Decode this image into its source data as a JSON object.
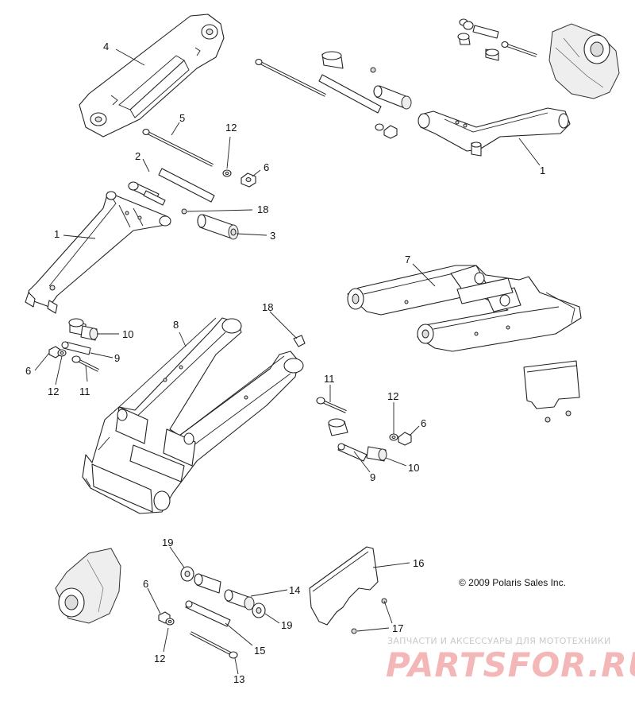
{
  "copyright": "© 2009 Polaris Sales Inc.",
  "watermark": {
    "tagline": "ЗАПЧАСТИ И АКСЕССУАРЫ ДЛЯ МОТОТЕХНИКИ",
    "brand": "PARTSFOR.RU"
  },
  "callouts": [
    {
      "id": "c-4a",
      "label": "4"
    },
    {
      "id": "c-5a",
      "label": "5"
    },
    {
      "id": "c-12a",
      "label": "12"
    },
    {
      "id": "c-6a",
      "label": "6"
    },
    {
      "id": "c-2a",
      "label": "2"
    },
    {
      "id": "c-18a",
      "label": "18"
    },
    {
      "id": "c-3a",
      "label": "3"
    },
    {
      "id": "c-1a",
      "label": "1"
    },
    {
      "id": "c-1b",
      "label": "1"
    },
    {
      "id": "c-7a",
      "label": "7"
    },
    {
      "id": "c-10a",
      "label": "10"
    },
    {
      "id": "c-9a",
      "label": "9"
    },
    {
      "id": "c-6b",
      "label": "6"
    },
    {
      "id": "c-12b",
      "label": "12"
    },
    {
      "id": "c-11a",
      "label": "11"
    },
    {
      "id": "c-8a",
      "label": "8"
    },
    {
      "id": "c-18b",
      "label": "18"
    },
    {
      "id": "c-11b",
      "label": "11"
    },
    {
      "id": "c-12c",
      "label": "12"
    },
    {
      "id": "c-6c",
      "label": "6"
    },
    {
      "id": "c-10b",
      "label": "10"
    },
    {
      "id": "c-9b",
      "label": "9"
    },
    {
      "id": "c-19a",
      "label": "19"
    },
    {
      "id": "c-6d",
      "label": "6"
    },
    {
      "id": "c-14a",
      "label": "14"
    },
    {
      "id": "c-19b",
      "label": "19"
    },
    {
      "id": "c-15a",
      "label": "15"
    },
    {
      "id": "c-12d",
      "label": "12"
    },
    {
      "id": "c-13a",
      "label": "13"
    },
    {
      "id": "c-16a",
      "label": "16"
    },
    {
      "id": "c-17a",
      "label": "17"
    }
  ]
}
